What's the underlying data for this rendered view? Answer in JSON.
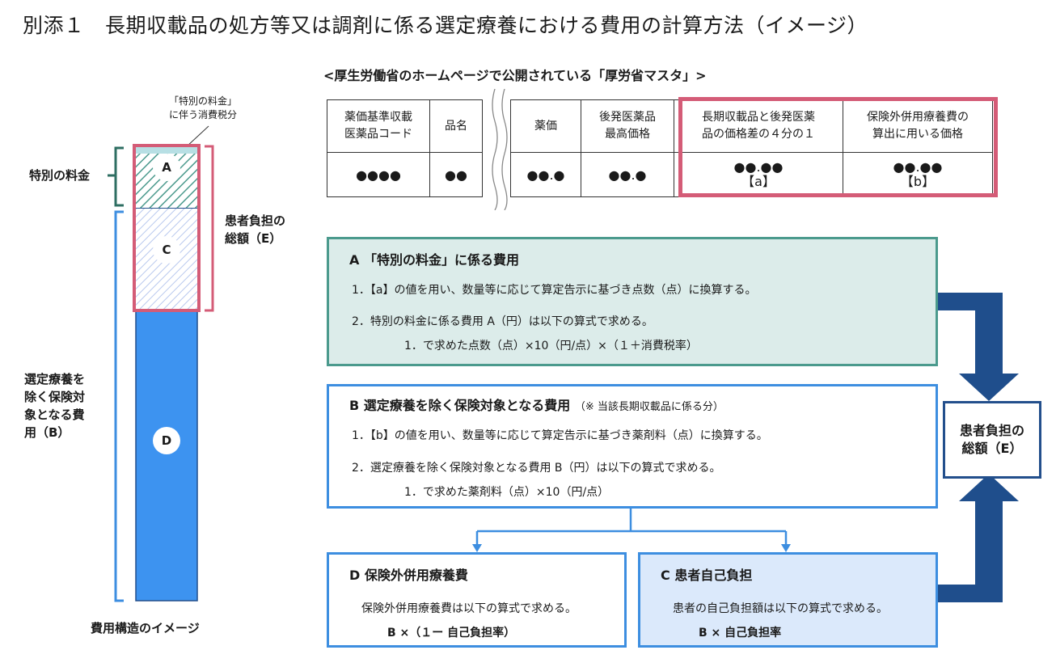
{
  "title": "別添１　長期収載品の処方等又は調剤に係る選定療養における費用の計算方法（イメージ）",
  "subtitle": "<厚生労働省のホームページで公開されている「厚労省マスタ」>",
  "table": {
    "headers": [
      "薬価基準収載\n医薬品コード",
      "品名",
      "薬価",
      "後発医薬品\n最高価格",
      "長期収載品と後発医薬\n品の価格差の４分の１",
      "保険外併用療養費の\n算出に用いる価格"
    ],
    "values": [
      "●●●●",
      "●●",
      "●●.●",
      "●●.●",
      "●●.●●\n【a】",
      "●●.●●\n【b】"
    ]
  },
  "left_diagram": {
    "tax_note": "「特別の料金」\nに伴う消費税分",
    "label_special": "特別の料金",
    "label_total": "患者負担の\n総額（E）",
    "label_b": "選定療養を\n除く保険対\n象となる費\n用（B）",
    "circle_a": "A",
    "circle_c": "C",
    "circle_d": "D",
    "caption": "費用構造のイメージ"
  },
  "boxA": {
    "heading": "A 「特別の料金」に係る費用",
    "line1": "1．【a】の値を用い、数量等に応じて算定告示に基づき点数（点）に換算する。",
    "line2": "2．特別の料金に係る費用 A（円）は以下の算式で求める。",
    "line3": "1．で求めた点数（点）×10（円/点）×（１＋消費税率）"
  },
  "boxB": {
    "heading": "B 選定療養を除く保険対象となる費用",
    "heading_note": "（※ 当該長期収載品に係る分）",
    "line1": "1．【b】の値を用い、数量等に応じて算定告示に基づき薬剤料（点）に換算する。",
    "line2": "2．選定療養を除く保険対象となる費用 B（円）は以下の算式で求める。",
    "line3": "1．で求めた薬剤料（点）×10（円/点）"
  },
  "boxD": {
    "heading": "D 保険外併用療養費",
    "line1": "保険外併用療養費は以下の算式で求める。",
    "line2": "B ×（１ー 自己負担率）"
  },
  "boxC": {
    "heading": "C 患者自己負担",
    "line1": "患者の自己負担額は以下の算式で求める。",
    "line2": "B × 自己負担率"
  },
  "boxE": {
    "label": "患者負担の\n総額（E）"
  },
  "colors": {
    "teal": "#4b9a8d",
    "blue": "#3d8ee0",
    "navy": "#1f4e8c",
    "pink": "#d45c77"
  }
}
